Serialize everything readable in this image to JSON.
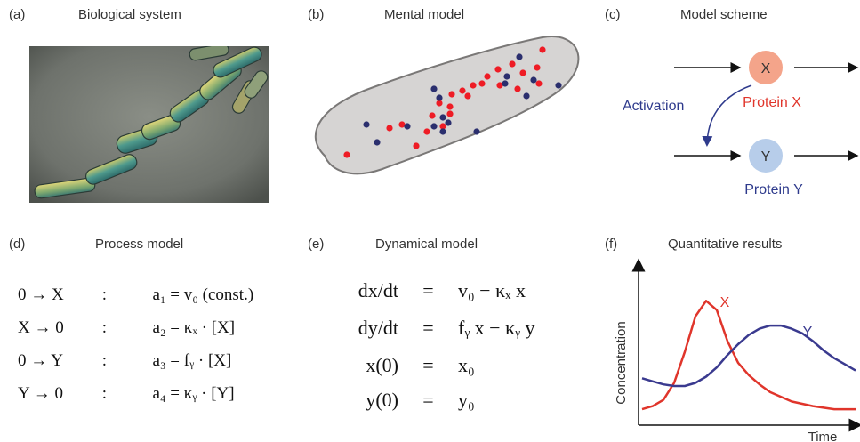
{
  "panels": {
    "a": {
      "label": "(a)",
      "title": "Biological system"
    },
    "b": {
      "label": "(b)",
      "title": "Mental model"
    },
    "c": {
      "label": "(c)",
      "title": "Model scheme"
    },
    "d": {
      "label": "(d)",
      "title": "Process model"
    },
    "e": {
      "label": "(e)",
      "title": "Dynamical model"
    },
    "f": {
      "label": "(f)",
      "title": "Quantitative results"
    }
  },
  "scheme": {
    "node_x": "X",
    "node_y": "Y",
    "protein_x": "Protein X",
    "protein_y": "Protein Y",
    "activation": "Activation",
    "color_x": "#f4a48a",
    "color_y": "#b7cdea",
    "color_x_text": "#e0352b",
    "color_y_text": "#2e3a8c"
  },
  "process_model": [
    {
      "reaction": "0 → X",
      "sep": ":",
      "rate": "a₁ = v₀ (const.)"
    },
    {
      "reaction": "X → 0",
      "sep": ":",
      "rate": "a₂ = κₓ · [X]"
    },
    {
      "reaction": "0 → Y",
      "sep": ":",
      "rate": "a₃ = fᵧ · [X]"
    },
    {
      "reaction": "Y → 0",
      "sep": ":",
      "rate": "a₄ = κᵧ · [Y]"
    }
  ],
  "dynamical_model": [
    {
      "lhs": "dx/dt",
      "eq": "=",
      "rhs": "v₀ − κₓ x"
    },
    {
      "lhs": "dy/dt",
      "eq": "=",
      "rhs": "fᵧ x − κᵧ y"
    },
    {
      "lhs": "x(0)",
      "eq": "=",
      "rhs": "x₀"
    },
    {
      "lhs": "y(0)",
      "eq": "=",
      "rhs": "y₀"
    }
  ],
  "chart_data": {
    "type": "line",
    "title": "Quantitative results",
    "xlabel": "Time",
    "ylabel": "Concentration",
    "series": [
      {
        "name": "X",
        "color": "#e0352b",
        "x": [
          0,
          0.05,
          0.1,
          0.15,
          0.2,
          0.25,
          0.3,
          0.35,
          0.4,
          0.45,
          0.5,
          0.55,
          0.6,
          0.7,
          0.8,
          0.9,
          1.0
        ],
        "y": [
          0.08,
          0.1,
          0.14,
          0.25,
          0.45,
          0.68,
          0.78,
          0.72,
          0.52,
          0.38,
          0.3,
          0.24,
          0.19,
          0.13,
          0.1,
          0.08,
          0.08
        ]
      },
      {
        "name": "Y",
        "color": "#3a3a8f",
        "x": [
          0,
          0.05,
          0.1,
          0.15,
          0.2,
          0.25,
          0.3,
          0.35,
          0.4,
          0.45,
          0.5,
          0.55,
          0.6,
          0.65,
          0.7,
          0.75,
          0.8,
          0.85,
          0.9,
          0.95,
          1.0
        ],
        "y": [
          0.28,
          0.26,
          0.24,
          0.23,
          0.23,
          0.25,
          0.29,
          0.35,
          0.43,
          0.5,
          0.56,
          0.6,
          0.62,
          0.62,
          0.6,
          0.57,
          0.52,
          0.46,
          0.41,
          0.37,
          0.33
        ]
      }
    ],
    "grid": false,
    "legend": "inline labels"
  }
}
